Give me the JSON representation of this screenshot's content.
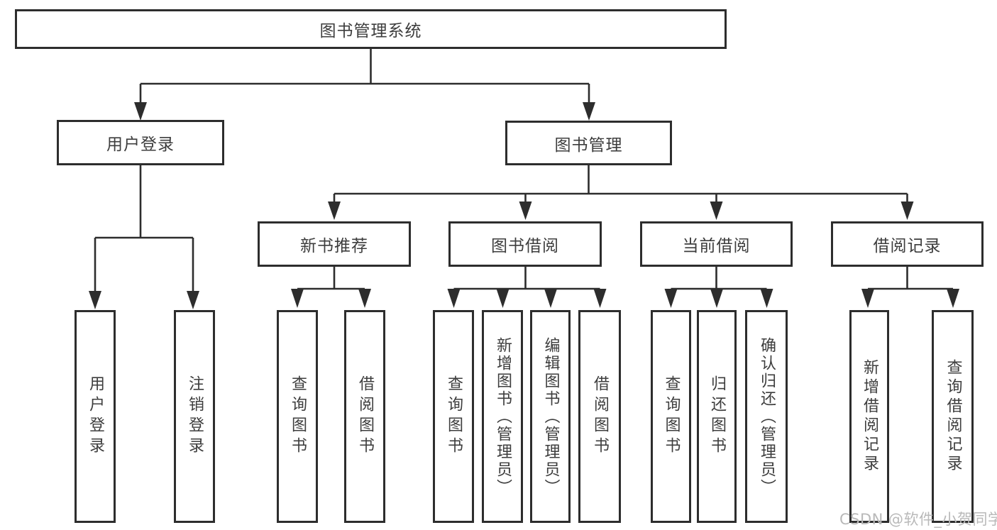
{
  "tree": {
    "label": "图书管理系统",
    "children": [
      {
        "label": "用户登录",
        "children": [
          {
            "label": "用户登录"
          },
          {
            "label": "注销登录"
          }
        ]
      },
      {
        "label": "图书管理",
        "children": [
          {
            "label": "新书推荐",
            "children": [
              {
                "label": "查询图书"
              },
              {
                "label": "借阅图书"
              }
            ]
          },
          {
            "label": "图书借阅",
            "children": [
              {
                "label": "查询图书"
              },
              {
                "label": "新增图书（管理员）"
              },
              {
                "label": "编辑图书（管理员）"
              },
              {
                "label": "借阅图书"
              }
            ]
          },
          {
            "label": "当前借阅",
            "children": [
              {
                "label": "查询图书"
              },
              {
                "label": "归还图书"
              },
              {
                "label": "确认归还（管理员）"
              }
            ]
          },
          {
            "label": "借阅记录",
            "children": [
              {
                "label": "新增借阅记录"
              },
              {
                "label": "查询借阅记录"
              }
            ]
          }
        ]
      }
    ]
  },
  "watermark": {
    "text": "CSDN @软件_小贺同学"
  },
  "colors": {
    "line": "#2d2d2d",
    "text": "#3d3d3d",
    "watermark": "#b9b9b9",
    "background": "#ffffff"
  }
}
